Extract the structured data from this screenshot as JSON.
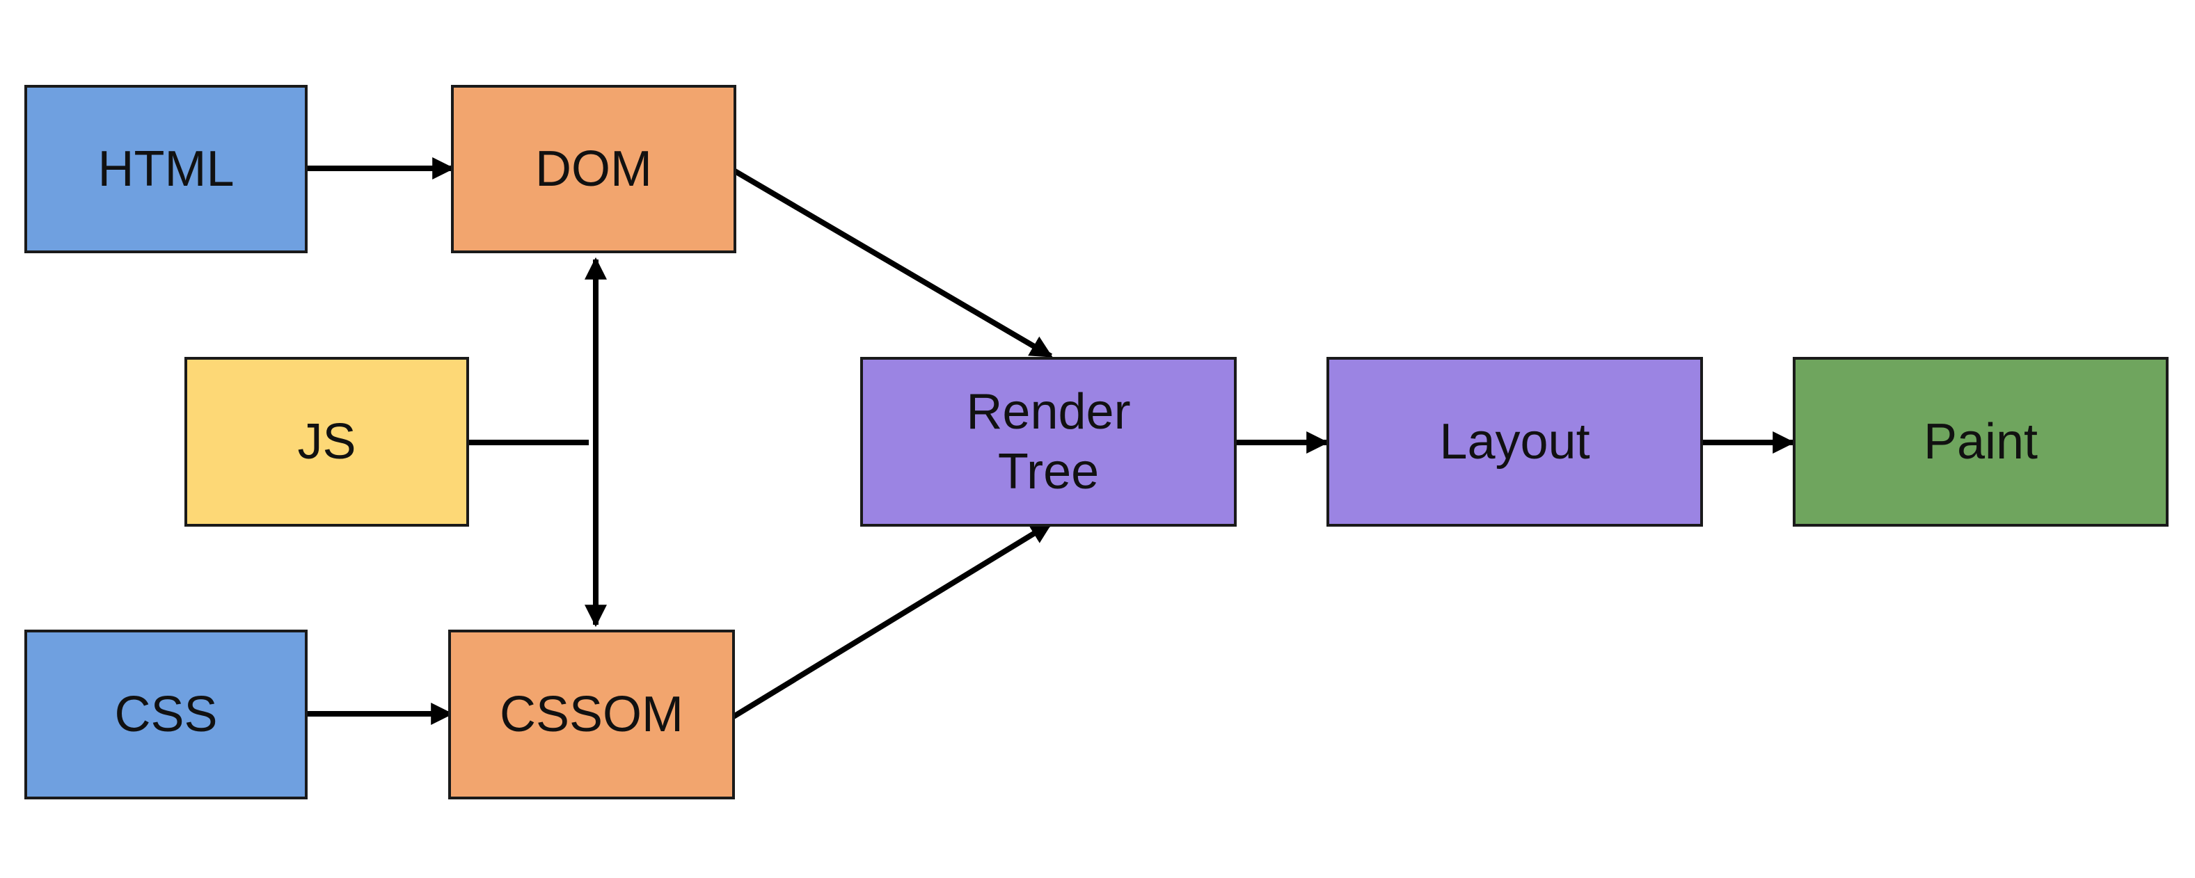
{
  "diagram": {
    "colors": {
      "source": "#6fa0e0",
      "object_model": "#f2a56e",
      "script": "#fdd876",
      "render": "#9b84e3",
      "paint": "#6fa55e",
      "edge": "#000000"
    },
    "nodes": {
      "html": {
        "label": "HTML",
        "color_key": "source"
      },
      "dom": {
        "label": "DOM",
        "color_key": "object_model"
      },
      "js": {
        "label": "JS",
        "color_key": "script"
      },
      "css": {
        "label": "CSS",
        "color_key": "source"
      },
      "cssom": {
        "label": "CSSOM",
        "color_key": "object_model"
      },
      "render_tree": {
        "label": "Render\nTree",
        "color_key": "render"
      },
      "layout": {
        "label": "Layout",
        "color_key": "render"
      },
      "paint": {
        "label": "Paint",
        "color_key": "paint"
      }
    },
    "edges": [
      {
        "from": "HTML",
        "to": "DOM"
      },
      {
        "from": "CSS",
        "to": "CSSOM"
      },
      {
        "from": "DOM",
        "to": "CSSOM",
        "bidirectional": true
      },
      {
        "from": "JS",
        "to": "DOM / CSSOM link"
      },
      {
        "from": "DOM",
        "to": "Render Tree"
      },
      {
        "from": "CSSOM",
        "to": "Render Tree"
      },
      {
        "from": "Render Tree",
        "to": "Layout"
      },
      {
        "from": "Layout",
        "to": "Paint"
      }
    ]
  }
}
